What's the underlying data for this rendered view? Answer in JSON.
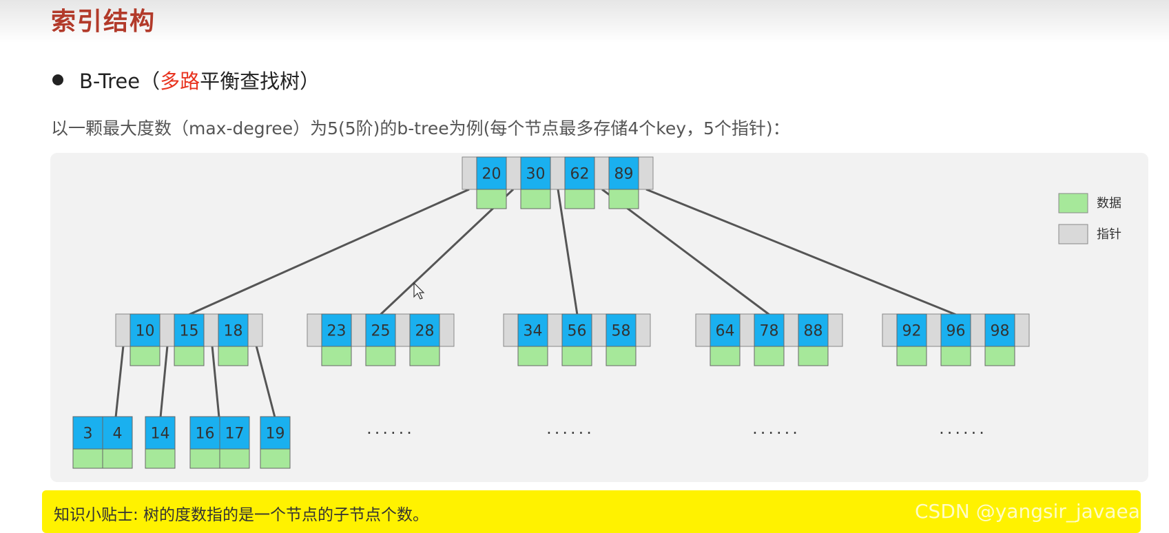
{
  "page": {
    "title": "索引结构",
    "bullet": {
      "prefix": "B-Tree（",
      "highlight": "多路",
      "suffix": "平衡查找树）"
    },
    "description": "以一颗最大度数（max-degree）为5(5阶)的b-tree为例(每个节点最多存储4个key，5个指针)：",
    "tip": "知识小贴士: 树的度数指的是一个节点的子节点个数。",
    "watermark": "CSDN @yangsir_javaeasy"
  },
  "legend": [
    {
      "label": "数据",
      "color": "#a6e89a"
    },
    {
      "label": "指针",
      "color": "#d9d9d9"
    }
  ],
  "colors": {
    "key": "#1ab0ef",
    "data": "#a6e89a",
    "pointer": "#d9d9d9",
    "edge": "#555555",
    "title": "#b23a2a",
    "highlight": "#e8331f",
    "tip_bg": "#fff200"
  },
  "tree": {
    "root": {
      "keys": [
        "20",
        "30",
        "62",
        "89"
      ]
    },
    "level2": [
      {
        "keys": [
          "10",
          "15",
          "18"
        ]
      },
      {
        "keys": [
          "23",
          "25",
          "28"
        ]
      },
      {
        "keys": [
          "34",
          "56",
          "58"
        ]
      },
      {
        "keys": [
          "64",
          "78",
          "88"
        ]
      },
      {
        "keys": [
          "92",
          "96",
          "98"
        ]
      }
    ],
    "leaves": [
      {
        "keys": [
          "3",
          "4"
        ]
      },
      {
        "keys": [
          "14"
        ]
      },
      {
        "keys": [
          "16",
          "17"
        ]
      },
      {
        "keys": [
          "19"
        ]
      }
    ],
    "ellipsis": "......"
  }
}
